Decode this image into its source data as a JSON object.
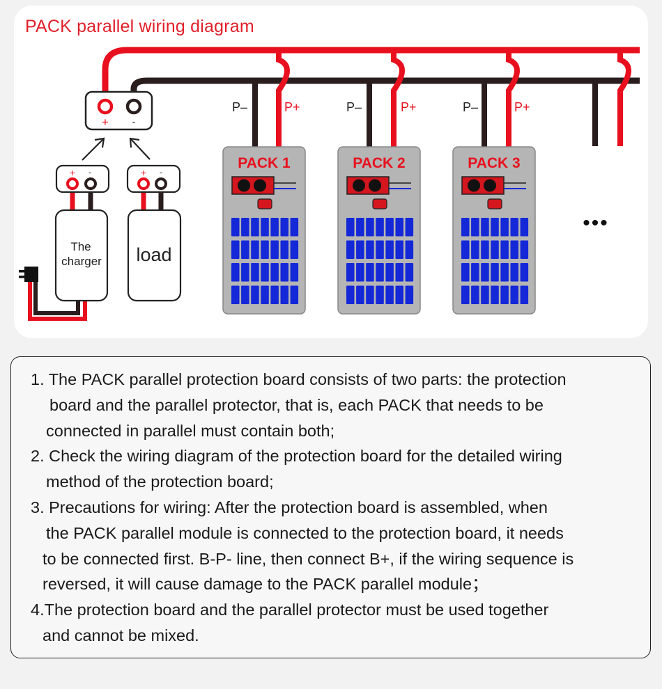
{
  "diagram": {
    "title": "PACK parallel wiring diagram",
    "connector": {
      "plus": "+",
      "minus": "-"
    },
    "charger": {
      "label_line1": "The",
      "label_line2": "charger",
      "plus": "+",
      "minus": "-"
    },
    "load": {
      "label": "load",
      "plus": "+",
      "minus": "-"
    },
    "packs": [
      {
        "name": "PACK 1",
        "p_minus": "P–",
        "p_plus": "P+"
      },
      {
        "name": "PACK 2",
        "p_minus": "P–",
        "p_plus": "P+"
      },
      {
        "name": "PACK 3",
        "p_minus": "P–",
        "p_plus": "P+"
      }
    ],
    "more_indicator": "•••",
    "colors": {
      "red_wire": "#e8101e",
      "black_wire": "#2a1d1d",
      "pack_body": "#b5b5b5",
      "cell_blue": "#1428d8",
      "title_red": "#e0202a"
    }
  },
  "notes": {
    "lines": [
      "1. The PACK parallel protection board consists of two parts: the protection",
      "board and the parallel protector, that is, each PACK that needs to be",
      "connected in parallel must contain both;",
      "2. Check the wiring diagram of the protection board for the detailed wiring",
      "method of the protection board;",
      "3. Precautions for wiring: After the protection board is assembled, when",
      "the PACK parallel module is connected to the protection board, it needs",
      "to be connected first. B-P- line, then connect B+, if the wiring sequence is",
      "reversed, it will cause damage to the PACK parallel module；",
      "4.The protection board and the parallel protector must be used together",
      "and cannot be mixed."
    ]
  }
}
